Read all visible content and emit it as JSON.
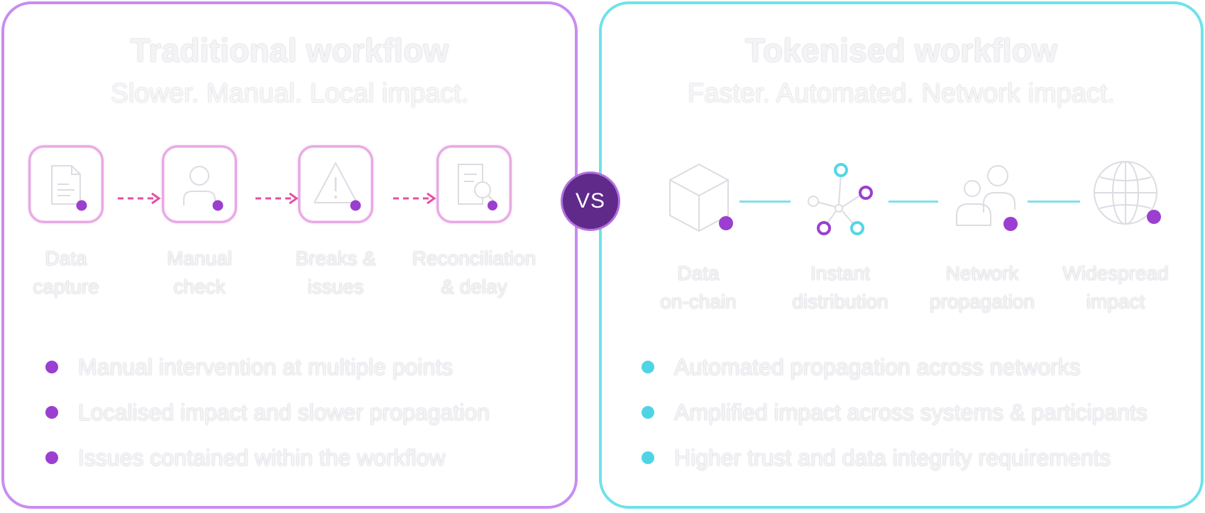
{
  "traditional": {
    "title": "Traditional workflow",
    "subtitle": "Slower. Manual. Local impact.",
    "steps": [
      {
        "line1": "Data",
        "line2": "capture",
        "icon": "document-icon"
      },
      {
        "line1": "Manual",
        "line2": "check",
        "icon": "person-icon"
      },
      {
        "line1": "Breaks &",
        "line2": "issues",
        "icon": "warning-icon"
      },
      {
        "line1": "Reconciliation",
        "line2": "& delay",
        "icon": "search-document-icon"
      }
    ],
    "bullets": [
      "Manual intervention at multiple points",
      "Localised impact and slower propagation",
      "Issues contained within the workflow"
    ]
  },
  "vs_label": "VS",
  "tokenised": {
    "title": "Tokenised workflow",
    "subtitle": "Faster. Automated. Network impact.",
    "steps": [
      {
        "line1": "Data",
        "line2": "on-chain",
        "icon": "cube-icon"
      },
      {
        "line1": "Instant",
        "line2": "distribution",
        "icon": "network-nodes-icon"
      },
      {
        "line1": "Network",
        "line2": "propagation",
        "icon": "people-icon"
      },
      {
        "line1": "Widespread",
        "line2": "impact",
        "icon": "globe-icon"
      }
    ],
    "bullets": [
      "Automated propagation across networks",
      "Amplified impact across systems & participants",
      "Higher trust and data integrity requirements"
    ]
  },
  "colors": {
    "purple_border": "#c98cf0",
    "cyan_border": "#6fe2e9",
    "purple_dot": "#9b3fd0",
    "cyan_dot": "#4fd4e6",
    "pink_arrow": "#e64fa3",
    "vs_fill": "#5f2a8a"
  }
}
